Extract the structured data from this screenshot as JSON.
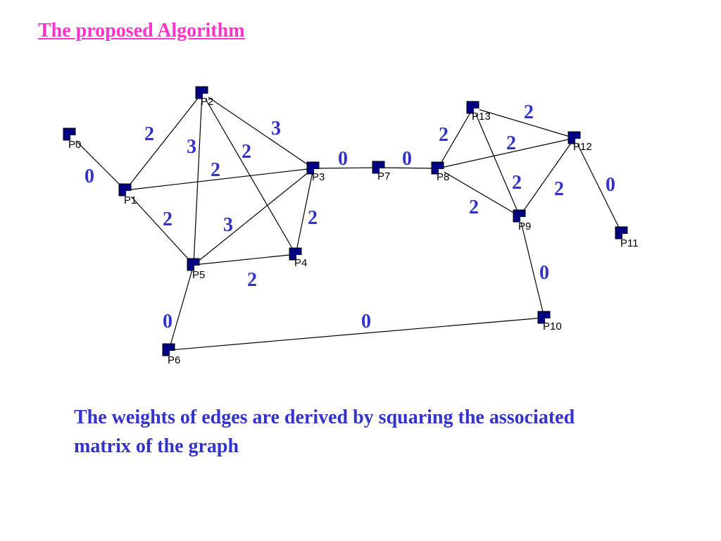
{
  "title": "The proposed Algorithm",
  "caption": "The weights of edges are derived by squaring the associated matrix of the graph",
  "colors": {
    "title": "#ff33cc",
    "caption": "#3333cc",
    "weight": "#3333cc",
    "node": "#000080"
  },
  "graph": {
    "nodes": [
      "P0",
      "P1",
      "P2",
      "P3",
      "P4",
      "P5",
      "P6",
      "P7",
      "P8",
      "P9",
      "P10",
      "P11",
      "P12",
      "P13"
    ],
    "edges": [
      {
        "from": "P0",
        "to": "P1",
        "weight": "0"
      },
      {
        "from": "P1",
        "to": "P2",
        "weight": "2"
      },
      {
        "from": "P1",
        "to": "P3",
        "weight": "2"
      },
      {
        "from": "P1",
        "to": "P5",
        "weight": "2"
      },
      {
        "from": "P2",
        "to": "P3",
        "weight": "3"
      },
      {
        "from": "P2",
        "to": "P4",
        "weight": "2"
      },
      {
        "from": "P2",
        "to": "P5",
        "weight": "3"
      },
      {
        "from": "P3",
        "to": "P4",
        "weight": "2"
      },
      {
        "from": "P3",
        "to": "P5",
        "weight": "3"
      },
      {
        "from": "P4",
        "to": "P5",
        "weight": "2"
      },
      {
        "from": "P3",
        "to": "P7",
        "weight": "0"
      },
      {
        "from": "P5",
        "to": "P6",
        "weight": "0"
      },
      {
        "from": "P6",
        "to": "P10",
        "weight": "0"
      },
      {
        "from": "P7",
        "to": "P8",
        "weight": "0"
      },
      {
        "from": "P8",
        "to": "P13",
        "weight": "2"
      },
      {
        "from": "P8",
        "to": "P12",
        "weight": "2"
      },
      {
        "from": "P8",
        "to": "P9",
        "weight": "2"
      },
      {
        "from": "P13",
        "to": "P12",
        "weight": "2"
      },
      {
        "from": "P13",
        "to": "P9",
        "weight": "2"
      },
      {
        "from": "P12",
        "to": "P9",
        "weight": "2"
      },
      {
        "from": "P12",
        "to": "P11",
        "weight": "0"
      },
      {
        "from": "P9",
        "to": "P10",
        "weight": "0"
      }
    ]
  }
}
